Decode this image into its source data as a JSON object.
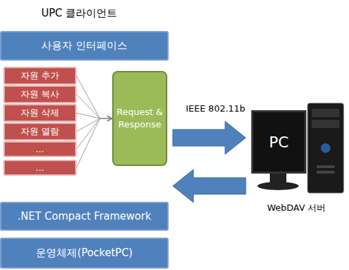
{
  "diagram": {
    "title": "UPC 클라이언트",
    "nodes": [
      {
        "text": [
          "사용자 인터페이스"
        ]
      },
      {
        "text": [
          "자원 추가"
        ]
      },
      {
        "text": [
          "자원 복사"
        ]
      },
      {
        "text": [
          "자원 삭제"
        ]
      },
      {
        "text": [
          "자원 열람"
        ]
      },
      {
        "text": [
          "..."
        ]
      },
      {
        "text": [
          "..."
        ]
      },
      {
        "text": [
          "Request & Response"
        ]
      },
      {
        "text": [
          ".NET Compact Framework"
        ]
      },
      {
        "text": [
          "운영체제(PocketPC)"
        ]
      },
      {
        "text": [
          "PC",
          "WebDAV 서버"
        ]
      }
    ],
    "edges": [
      {
        "from": 1,
        "to": 7,
        "arrow": "to"
      },
      {
        "from": 2,
        "to": 7,
        "arrow": "to"
      },
      {
        "from": 3,
        "to": 7,
        "arrow": "to"
      },
      {
        "from": 4,
        "to": 7,
        "arrow": "to"
      },
      {
        "from": 5,
        "to": 7,
        "arrow": "to"
      },
      {
        "from": 6,
        "to": 7,
        "arrow": "to"
      },
      {
        "from": 7,
        "to": 10,
        "arrow": "to"
      },
      {
        "from": 10,
        "to": 7,
        "arrow": "to"
      }
    ],
    "labels": [
      "IEEE 802.11b"
    ]
  }
}
